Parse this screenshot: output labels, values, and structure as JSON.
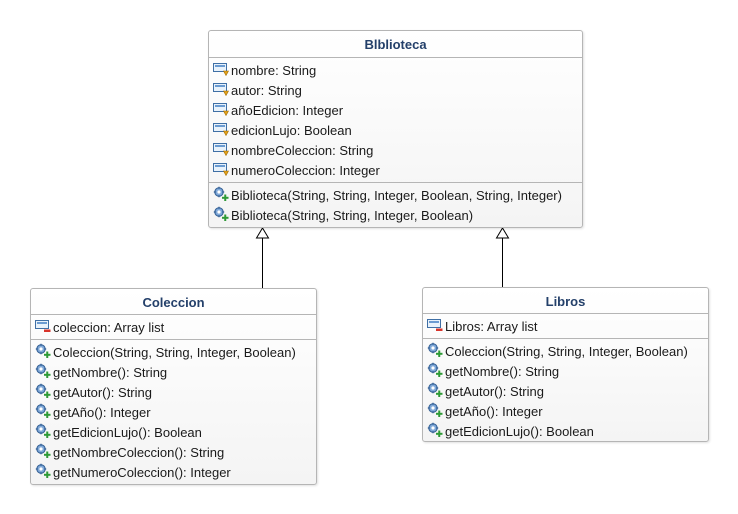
{
  "diagram": {
    "classes": {
      "biblioteca": {
        "name": "Blblioteca",
        "attributes": [
          "nombre: String",
          "autor: String",
          "añoEdicion: Integer",
          "edicionLujo: Boolean",
          "nombreColeccion: String",
          "numeroColeccion: Integer"
        ],
        "operations": [
          "Biblioteca(String, String, Integer, Boolean, String, Integer)",
          "Biblioteca(String, String, Integer, Boolean)"
        ]
      },
      "coleccion": {
        "name": "Coleccion",
        "attributes": [
          "coleccion: Array list"
        ],
        "operations": [
          "Coleccion(String, String, Integer, Boolean)",
          "getNombre(): String",
          "getAutor(): String",
          "getAño(): Integer",
          "getEdicionLujo(): Boolean",
          "getNombreColeccion(): String",
          "getNumeroColeccion(): Integer"
        ]
      },
      "libros": {
        "name": "Libros",
        "attributes": [
          "Libros: Array list"
        ],
        "operations": [
          "Coleccion(String, String, Integer, Boolean)",
          "getNombre(): String",
          "getAutor(): String",
          "getAño(): Integer",
          "getEdicionLujo(): Boolean"
        ]
      }
    },
    "icons": {
      "protected_attribute": "protected-attribute-icon",
      "private_attribute": "private-attribute-icon",
      "public_operation": "public-operation-icon"
    },
    "colors": {
      "title": "#24406a",
      "border": "#b5b5b5",
      "line": "#000000"
    }
  }
}
